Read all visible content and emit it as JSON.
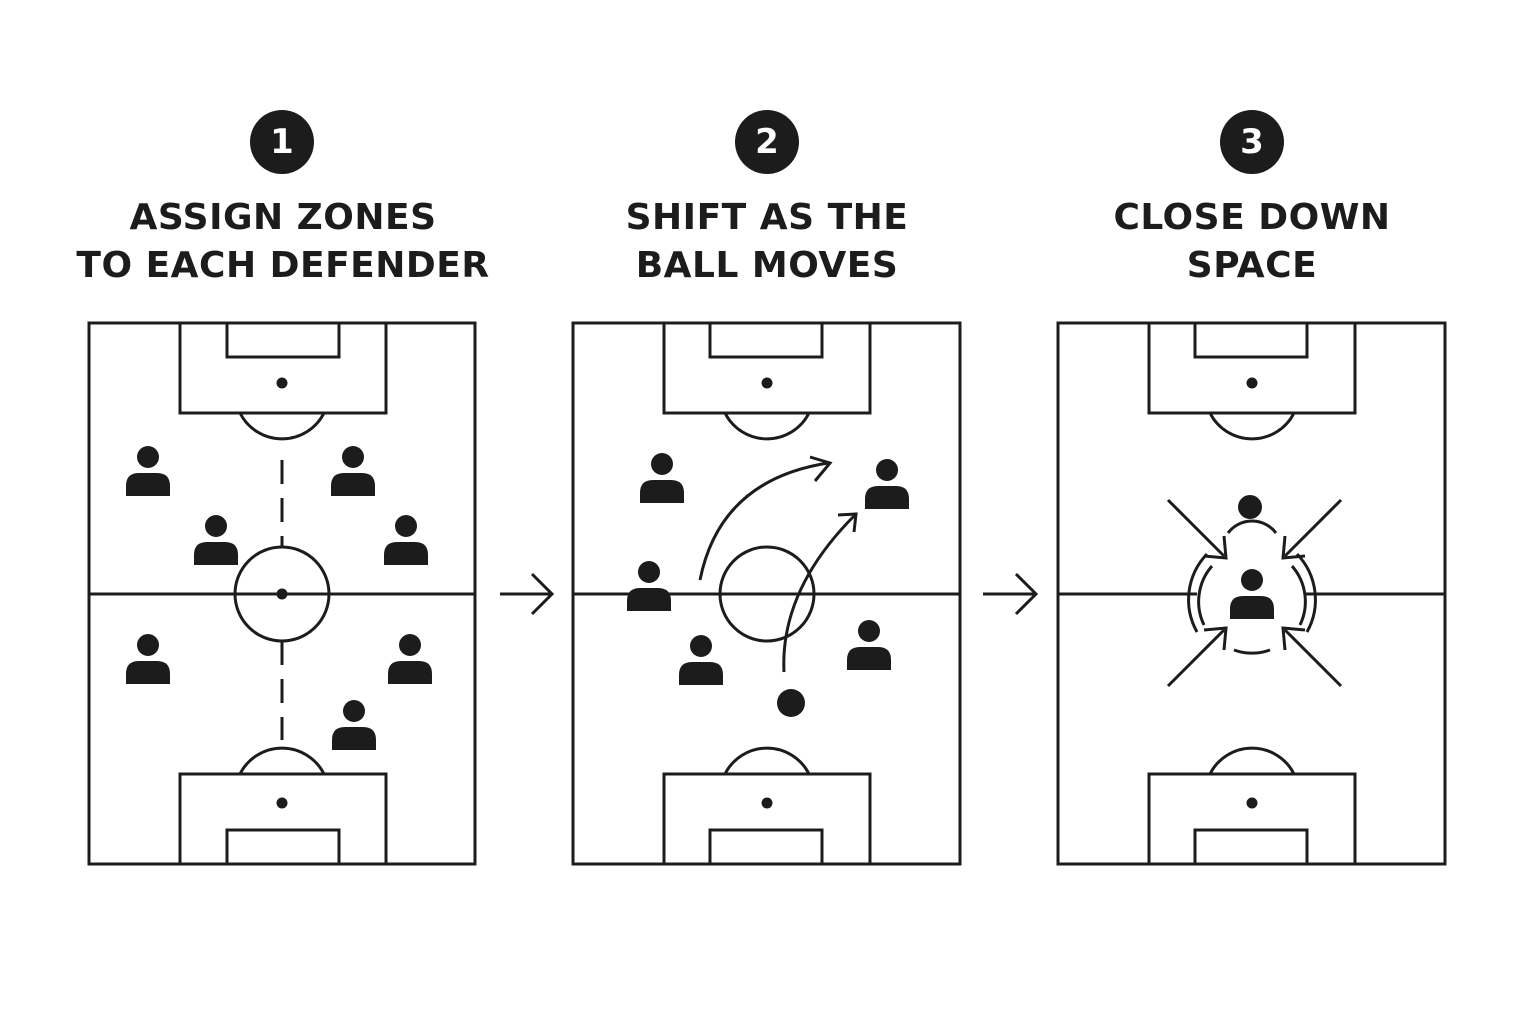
{
  "colors": {
    "ink": "#1c1c1c",
    "background": "#ffffff"
  },
  "steps": [
    {
      "number": "1",
      "title_lines": [
        "ASSIGN ZONES",
        "TO EACH DEFENDER"
      ]
    },
    {
      "number": "2",
      "title_lines": [
        "SHIFT AS THE",
        "BALL MOVES"
      ]
    },
    {
      "number": "3",
      "title_lines": [
        "CLOSE DOWN",
        "SPACE"
      ]
    }
  ],
  "icons": {
    "player": "player-icon",
    "ball": "ball-icon",
    "step_arrow": "right-arrow-icon"
  }
}
